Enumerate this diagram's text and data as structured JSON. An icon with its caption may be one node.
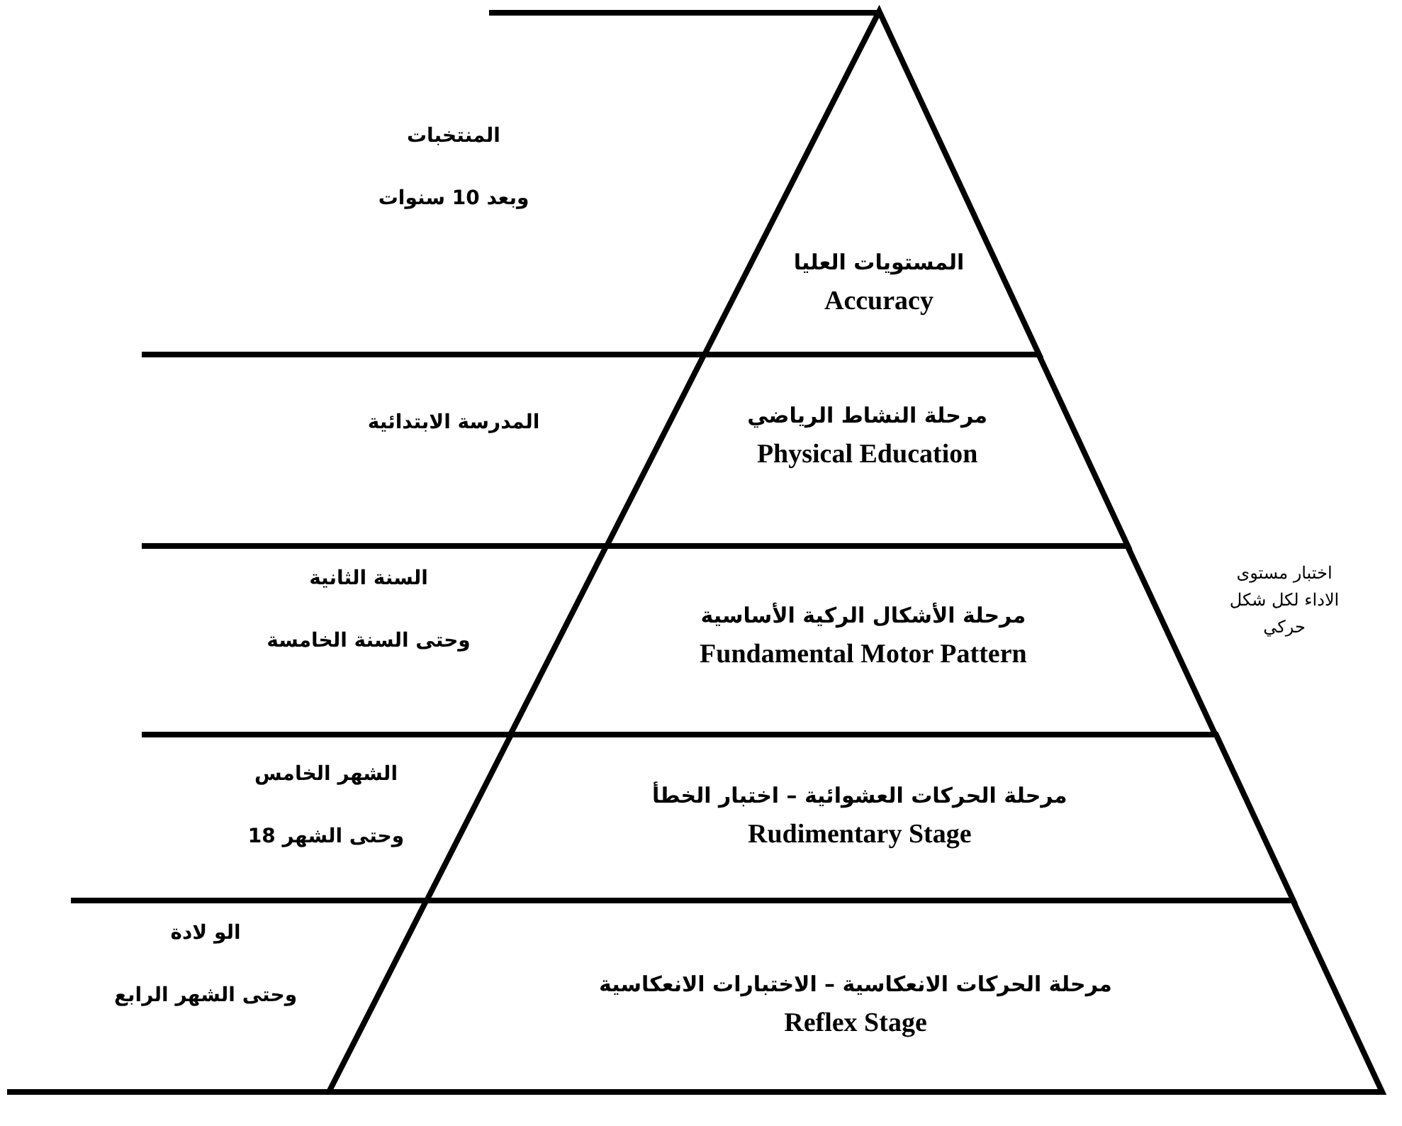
{
  "diagram": {
    "nodes": [
      {
        "text": [
          "المستويات العليا",
          "Accuracy"
        ],
        "beside": [
          "المنتخبات",
          "وبعد 10 سنوات"
        ]
      },
      {
        "text": [
          "مرحلة النشاط الرياضي",
          "Physical Education"
        ],
        "beside": [
          "المدرسة الابتدائية"
        ]
      },
      {
        "text": [
          "مرحلة الأشكال الركية الأساسية",
          "Fundamental Motor Pattern"
        ],
        "beside": [
          "السنة الثانية",
          "وحتى السنة الخامسة"
        ]
      },
      {
        "text": [
          "مرحلة الحركات العشوائية – اختبار الخطأ",
          "Rudimentary Stage"
        ],
        "beside": [
          "الشهر الخامس",
          "وحتى الشهر 18"
        ]
      },
      {
        "text": [
          "مرحلة الحركات الانعكاسية – الاختبارات الانعكاسية",
          "Reflex Stage"
        ],
        "beside": [
          "الو لادة",
          "وحتى الشهر الرابع"
        ]
      }
    ],
    "labels": [
      "اختبار مستوى الاداء لكل شكل حركي"
    ]
  }
}
